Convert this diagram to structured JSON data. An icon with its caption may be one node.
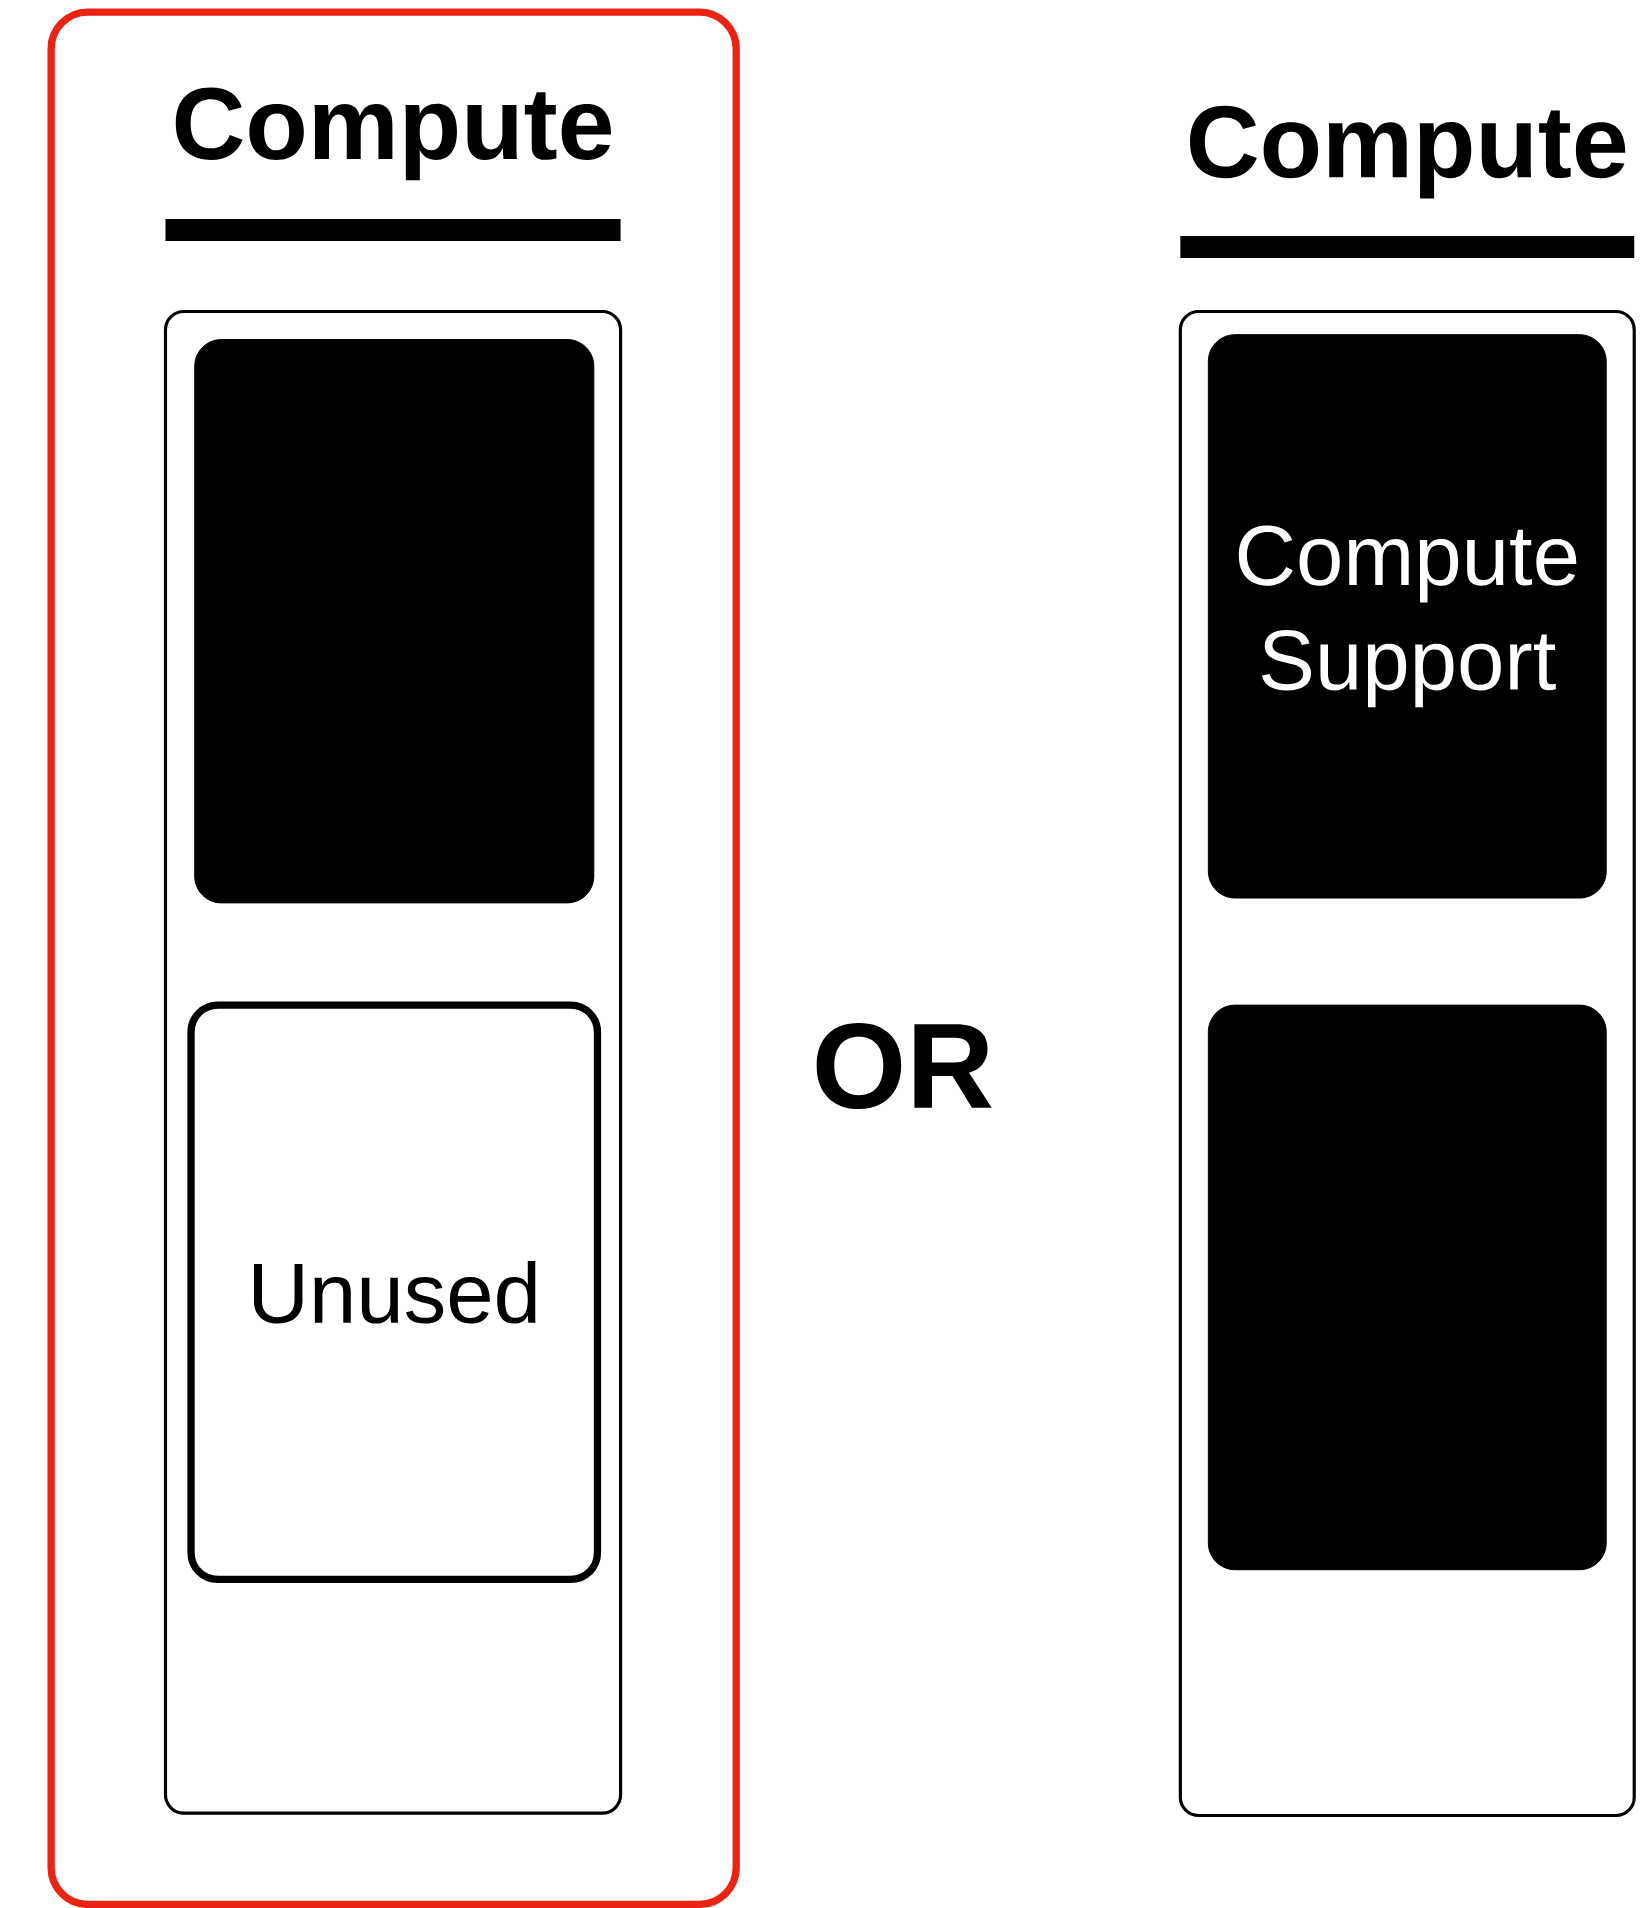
{
  "diagram": {
    "nodes": [
      {
        "text": [],
        "shape": "box"
      },
      {
        "text": [
          "Compute"
        ],
        "in": 0
      },
      {
        "text": [],
        "shape": "box",
        "in": 1
      },
      {
        "text": [
          "Unused"
        ],
        "in": 1
      },
      {
        "text": [
          "Compute"
        ]
      },
      {
        "text": [
          "Compute Support"
        ],
        "in": 4
      },
      {
        "text": [],
        "shape": "box",
        "in": 4
      }
    ],
    "edges": [],
    "labels": [
      "OR"
    ]
  }
}
